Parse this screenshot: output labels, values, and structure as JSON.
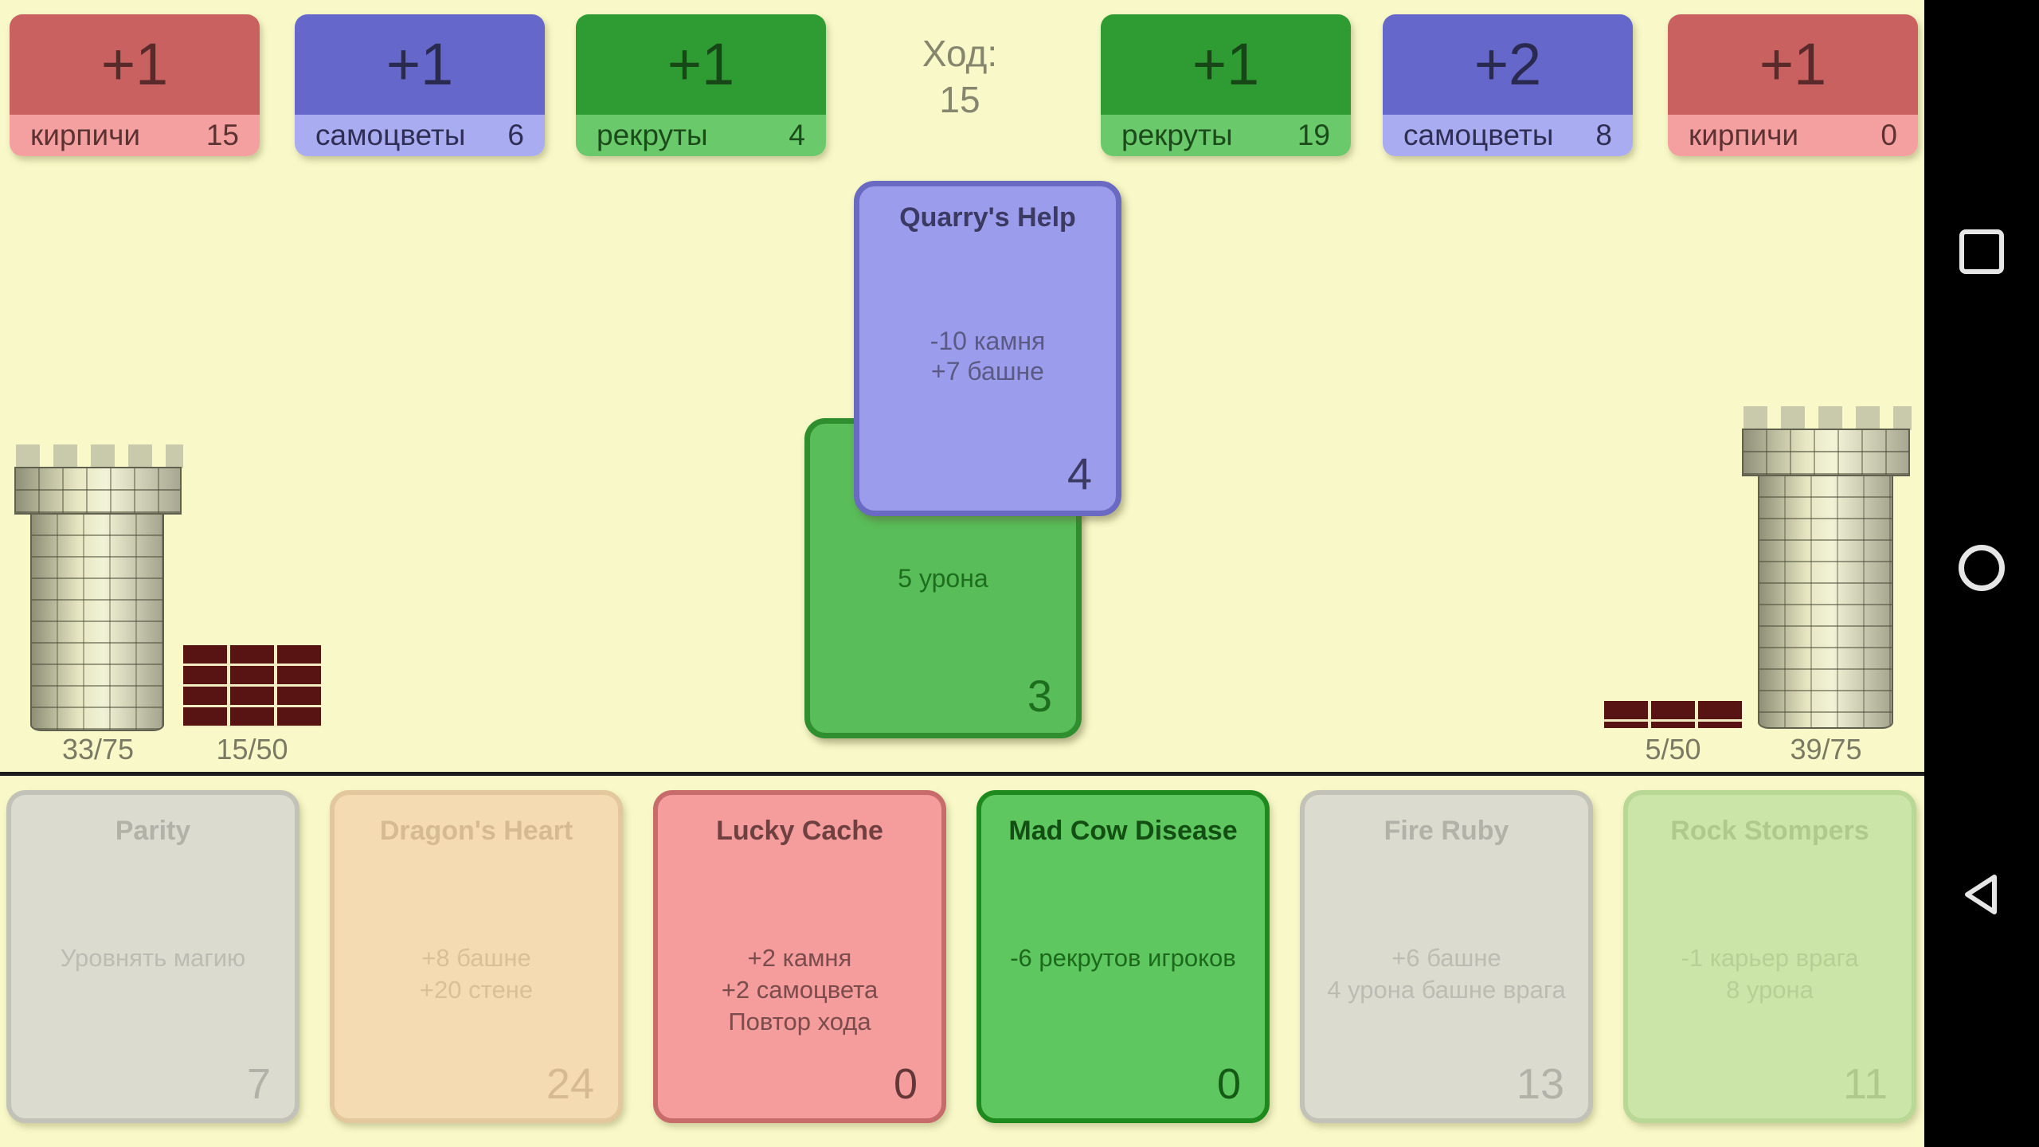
{
  "app": {
    "name": "castle-card-battle"
  },
  "colors": {
    "background": "#F8F8C8",
    "navbar": "#000000",
    "resource_red_dark": "#C96161",
    "resource_red_light": "#F5A0A0",
    "resource_blue_dark": "#6568CA",
    "resource_blue_light": "#AAACF2",
    "resource_green_dark": "#2F9B33",
    "resource_green_light": "#6AC96A",
    "played_card_blue": "#9C9CEC",
    "played_card_green": "#59BD59",
    "hand_active_red": "#F59C9C",
    "hand_active_green": "#5FC75F",
    "hand_disabled_gray": "#DBDBD0",
    "hand_disabled_orange": "#F4DBB1",
    "hand_disabled_light_green": "#CBE5A9",
    "wall_brick": "#581313",
    "tower_stone": "#E6E6C2"
  },
  "top_bar": {
    "left_resources": [
      {
        "gain": "+1",
        "label": "кирпичи",
        "value": "15",
        "variant": "red"
      },
      {
        "gain": "+1",
        "label": "самоцветы",
        "value": "6",
        "variant": "blue"
      },
      {
        "gain": "+1",
        "label": "рекруты",
        "value": "4",
        "variant": "green"
      }
    ],
    "turn": {
      "label": "Ход:",
      "value": "15"
    },
    "right_resources": [
      {
        "gain": "+1",
        "label": "рекруты",
        "value": "19",
        "variant": "green"
      },
      {
        "gain": "+2",
        "label": "самоцветы",
        "value": "8",
        "variant": "blue"
      },
      {
        "gain": "+1",
        "label": "кирпичи",
        "value": "0",
        "variant": "red"
      }
    ]
  },
  "battlefield": {
    "left": {
      "tower_hp": "33/75",
      "wall_hp": "15/50"
    },
    "right": {
      "tower_hp": "39/75",
      "wall_hp": "5/50"
    },
    "played_cards": [
      {
        "title": "",
        "line1": "5 урона",
        "cost": "3",
        "variant": "green"
      },
      {
        "title": "Quarry's Help",
        "line1": "-10 камня",
        "line2": "+7 башне",
        "cost": "4",
        "variant": "blue"
      }
    ]
  },
  "hand": {
    "cards": [
      {
        "title": "Parity",
        "line1": "Уровнять магию",
        "line2": "",
        "line3": "",
        "cost": "7",
        "variant": "disabled-gray",
        "enabled": false
      },
      {
        "title": "Dragon's Heart",
        "line1": "+8 башне",
        "line2": "+20 стене",
        "line3": "",
        "cost": "24",
        "variant": "disabled-orange",
        "enabled": false
      },
      {
        "title": "Lucky Cache",
        "line1": "+2 камня",
        "line2": "+2 самоцвета",
        "line3": "Повтор хода",
        "cost": "0",
        "variant": "active-red",
        "enabled": true
      },
      {
        "title": "Mad Cow Disease",
        "line1": "-6 рекрутов игроков",
        "line2": "",
        "line3": "",
        "cost": "0",
        "variant": "active-green",
        "enabled": true
      },
      {
        "title": "Fire Ruby",
        "line1": "+6 башне",
        "line2": "4 урона башне врага",
        "line3": "",
        "cost": "13",
        "variant": "disabled-gray",
        "enabled": false
      },
      {
        "title": "Rock Stompers",
        "line1": "-1 карьер врага",
        "line2": "8 урона",
        "line3": "",
        "cost": "11",
        "variant": "disabled-light-green",
        "enabled": false
      }
    ]
  },
  "navbar": {
    "icons": [
      "recents-square",
      "home-circle",
      "back-triangle"
    ]
  }
}
